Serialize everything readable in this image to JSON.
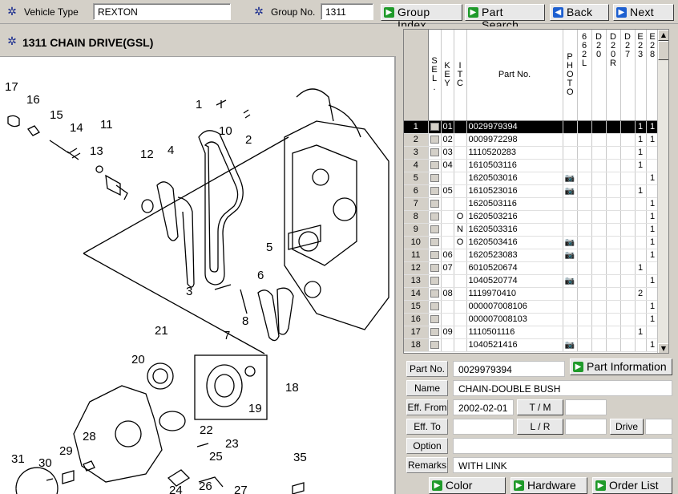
{
  "header": {
    "vehicle_type_label": "Vehicle Type",
    "vehicle_type_value": "REXTON",
    "group_no_label": "Group No.",
    "group_no_value": "1311",
    "buttons": {
      "group_index": "Group Index",
      "part_search": "Part Search",
      "back": "Back",
      "next": "Next"
    }
  },
  "diagram": {
    "title": "1311  CHAIN DRIVE(GSL)",
    "callouts": [
      "17",
      "16",
      "15",
      "14",
      "13",
      "11",
      "12",
      "4",
      "1",
      "10",
      "2",
      "3",
      "5",
      "6",
      "7",
      "8",
      "21",
      "20",
      "18",
      "19",
      "22",
      "23",
      "25",
      "26",
      "24",
      "27",
      "28",
      "29",
      "30",
      "31",
      "35"
    ]
  },
  "parts_table": {
    "headers": [
      "S E L .",
      "K E Y",
      "I T C",
      "Part No.",
      "P H O T O",
      "6 6 2 L",
      "D 2 0",
      "D 2 0 R",
      "D 2 7",
      "E 2 3",
      "E 2 8"
    ],
    "rows": [
      {
        "n": "1",
        "key": "01",
        "itc": "",
        "part": "0029979394",
        "photo": false,
        "e23": "1",
        "e28": "1",
        "selected": true
      },
      {
        "n": "2",
        "key": "02",
        "itc": "",
        "part": "0009972298",
        "photo": false,
        "e23": "1",
        "e28": "1"
      },
      {
        "n": "3",
        "key": "03",
        "itc": "",
        "part": "1110520283",
        "photo": false,
        "e23": "1",
        "e28": ""
      },
      {
        "n": "4",
        "key": "04",
        "itc": "",
        "part": "1610503116",
        "photo": false,
        "e23": "1",
        "e28": ""
      },
      {
        "n": "5",
        "key": "",
        "itc": "",
        "part": "1620503016",
        "photo": true,
        "e23": "",
        "e28": "1"
      },
      {
        "n": "6",
        "key": "05",
        "itc": "",
        "part": "1610523016",
        "photo": true,
        "e23": "1",
        "e28": ""
      },
      {
        "n": "7",
        "key": "",
        "itc": "",
        "part": "1620503116",
        "photo": false,
        "e23": "",
        "e28": "1"
      },
      {
        "n": "8",
        "key": "",
        "itc": "O",
        "part": "1620503216",
        "photo": false,
        "e23": "",
        "e28": "1"
      },
      {
        "n": "9",
        "key": "",
        "itc": "N",
        "part": "1620503316",
        "photo": false,
        "e23": "",
        "e28": "1"
      },
      {
        "n": "10",
        "key": "",
        "itc": "O",
        "part": "1620503416",
        "photo": true,
        "e23": "",
        "e28": "1"
      },
      {
        "n": "11",
        "key": "06",
        "itc": "",
        "part": "1620523083",
        "photo": true,
        "e23": "",
        "e28": "1"
      },
      {
        "n": "12",
        "key": "07",
        "itc": "",
        "part": "6010520674",
        "photo": false,
        "e23": "1",
        "e28": ""
      },
      {
        "n": "13",
        "key": "",
        "itc": "",
        "part": "1040520774",
        "photo": true,
        "e23": "",
        "e28": "1"
      },
      {
        "n": "14",
        "key": "08",
        "itc": "",
        "part": "1119970410",
        "photo": false,
        "e23": "2",
        "e28": ""
      },
      {
        "n": "15",
        "key": "",
        "itc": "",
        "part": "000007008106",
        "photo": false,
        "e23": "",
        "e28": "1"
      },
      {
        "n": "16",
        "key": "",
        "itc": "",
        "part": "000007008103",
        "photo": false,
        "e23": "",
        "e28": "1"
      },
      {
        "n": "17",
        "key": "09",
        "itc": "",
        "part": "1110501116",
        "photo": false,
        "e23": "1",
        "e28": ""
      },
      {
        "n": "18",
        "key": "",
        "itc": "",
        "part": "1040521416",
        "photo": true,
        "e23": "",
        "e28": "1"
      }
    ]
  },
  "detail": {
    "part_no_label": "Part No.",
    "part_no_value": "0029979394",
    "part_info_button": "Part Information",
    "name_label": "Name",
    "name_value": "CHAIN-DOUBLE BUSH",
    "eff_from_label": "Eff. From",
    "eff_from_value": "2002-02-01",
    "tm_button": "T / M",
    "eff_to_label": "Eff. To",
    "lr_button": "L / R",
    "drive_button": "Drive",
    "option_label": "Option",
    "remarks_label": "Remarks",
    "remarks_value": "WITH LINK"
  },
  "footer": {
    "color_code": "Color Code",
    "hardware": "Hardware",
    "order_list": "Order List"
  },
  "colors": {
    "accent_green": "#1f9a2a",
    "accent_blue": "#1d5fd0",
    "selected_row": "#000000",
    "panel_bg": "#d4d0c8"
  },
  "icons": {
    "gear": "gear-icon",
    "camera": "camera-icon",
    "play": "play-icon",
    "arrow_left": "arrow-left-icon",
    "arrow_right": "arrow-right-icon"
  }
}
